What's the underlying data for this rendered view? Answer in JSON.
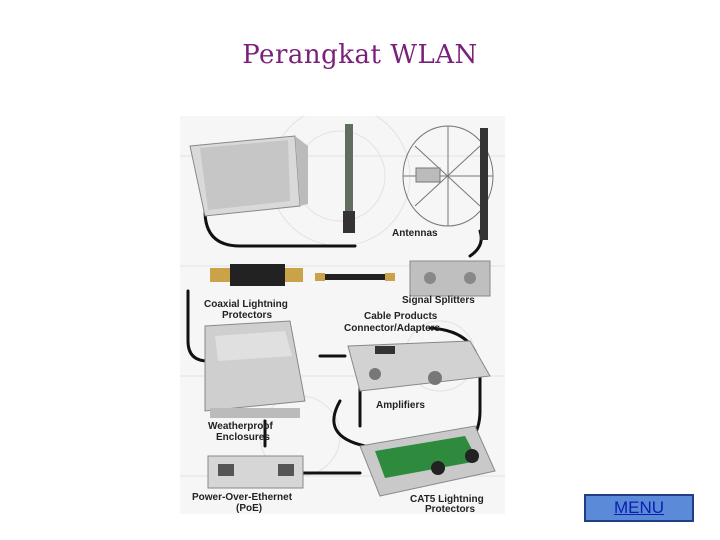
{
  "slide": {
    "title": "Perangkat WLAN"
  },
  "figure": {
    "labels": {
      "antennas": "Antennas",
      "coax_1": "Coaxial Lightning",
      "coax_2": "Protectors",
      "splitters": "Signal Splitters",
      "cable_1": "Cable Products",
      "cable_2": "Connector/Adapters",
      "amplifiers": "Amplifiers",
      "weather_1": "Weatherproof",
      "weather_2": "Enclosures",
      "poe_1": "Power-Over-Ethernet",
      "poe_2": "(PoE)",
      "cat5_1": "CAT5 Lightning",
      "cat5_2": "Protectors"
    }
  },
  "nav": {
    "menu_label": "MENU"
  },
  "colors": {
    "title": "#7a1f7a",
    "menu_bg": "#5b8bd8",
    "menu_border": "#1e3f86",
    "menu_text": "#0a1fb0"
  }
}
